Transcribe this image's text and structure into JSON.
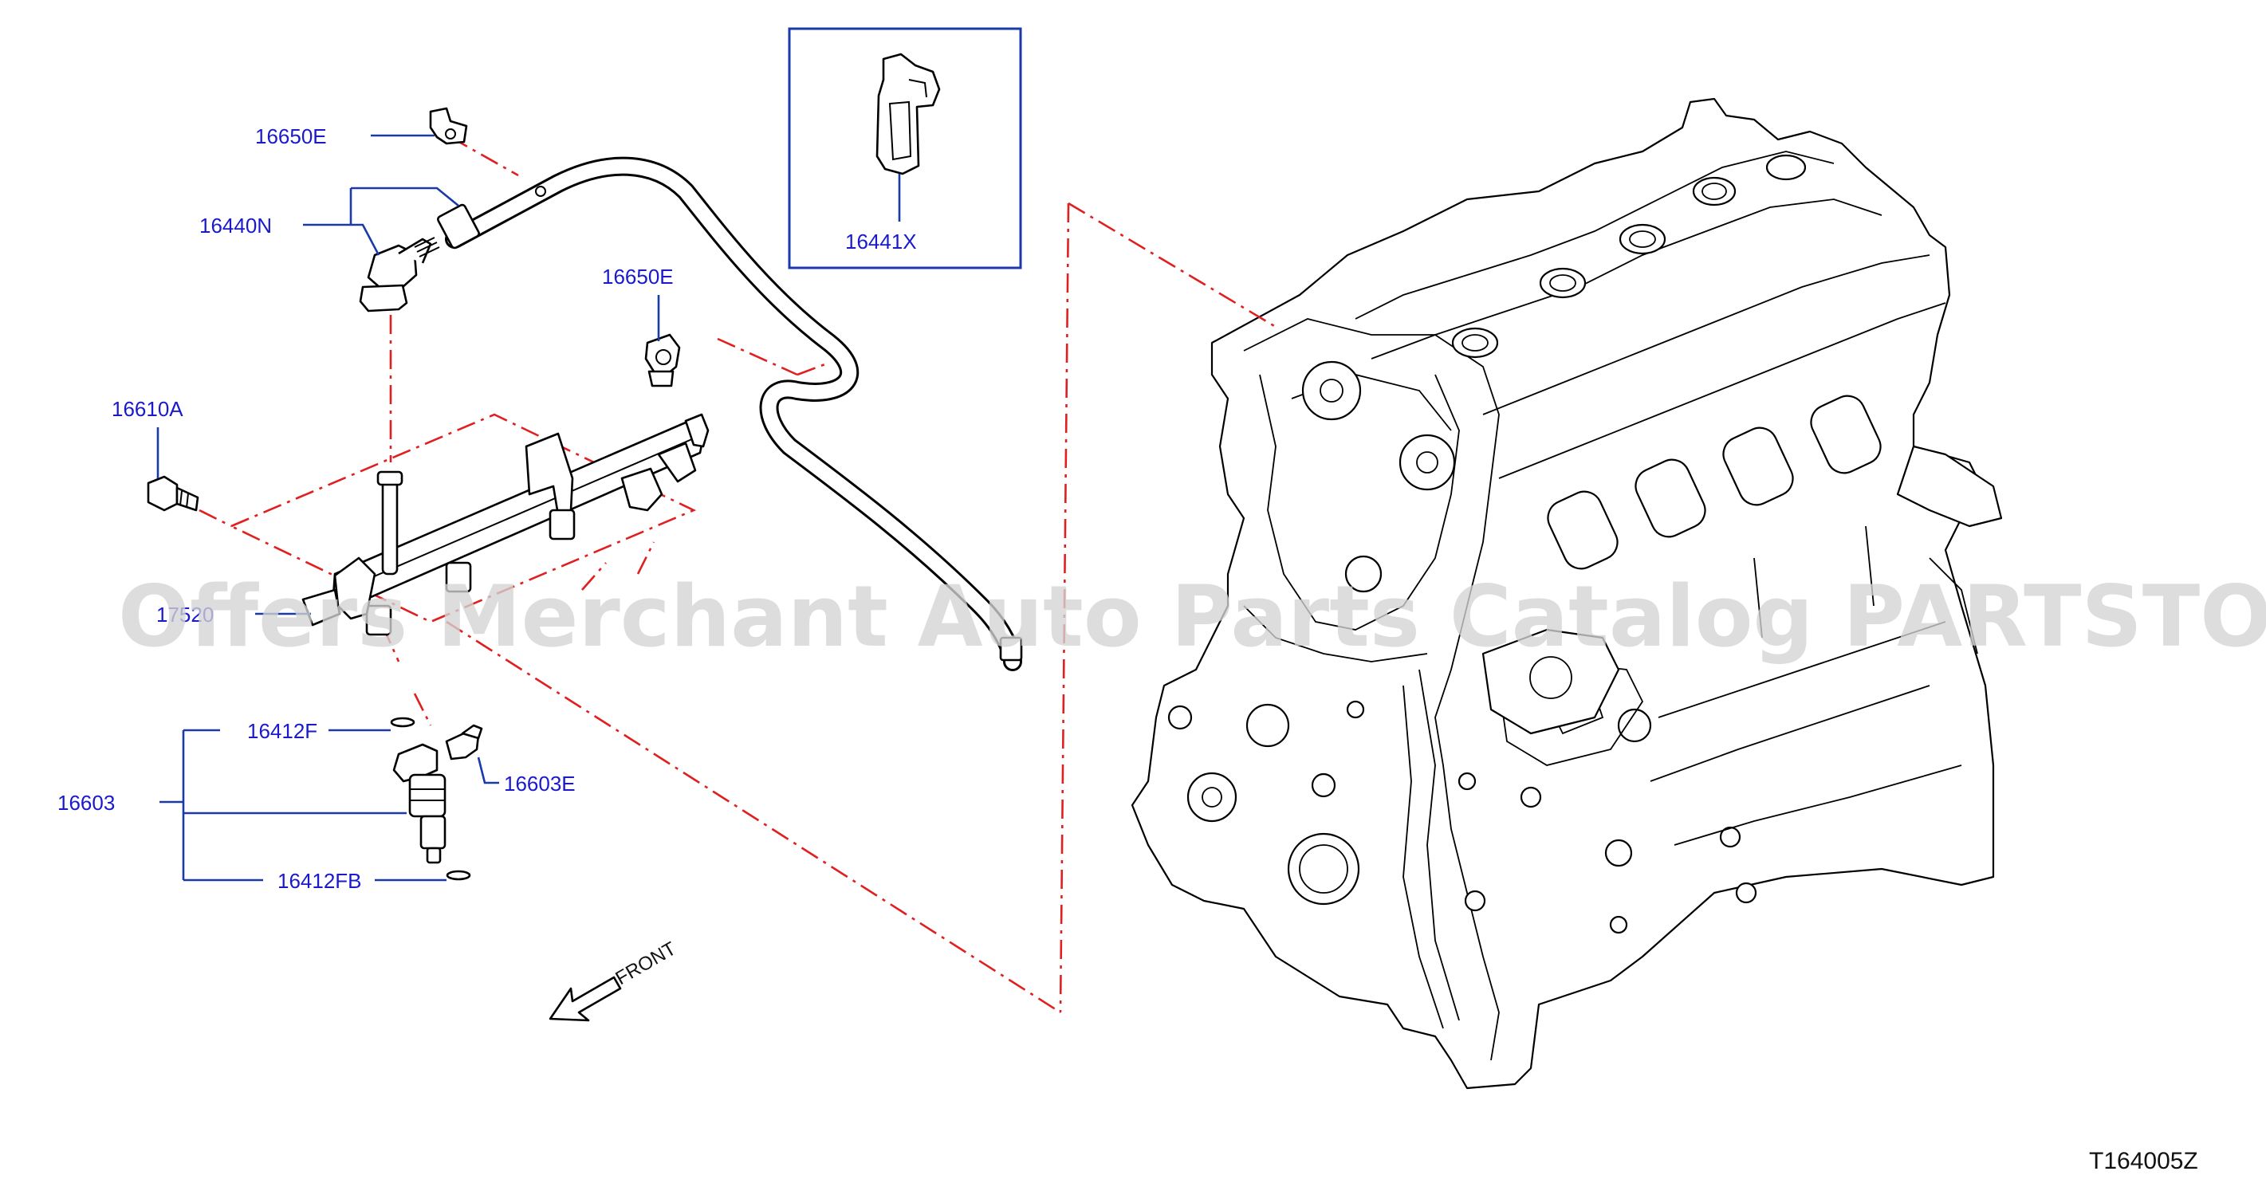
{
  "labels": {
    "l16650e_top": "16650E",
    "l16440n": "16440N",
    "l16650e_mid": "16650E",
    "l16610a": "16610A",
    "l17520": "17520",
    "l16412f": "16412F",
    "l16603e": "16603E",
    "l16603": "16603",
    "l16412fb": "16412FB",
    "l16441x": "16441X"
  },
  "front_label": "FRONT",
  "figure_code": "T164005Z",
  "watermark": "Offers Merchant Auto Parts Catalog PARTSTORE.SA",
  "colors": {
    "label_blue": "#1a1acc",
    "leader_blue": "#1a3aa8",
    "dash_red": "#e02020",
    "line_black": "#000000",
    "watermark_gray": "#d4d4d4"
  }
}
